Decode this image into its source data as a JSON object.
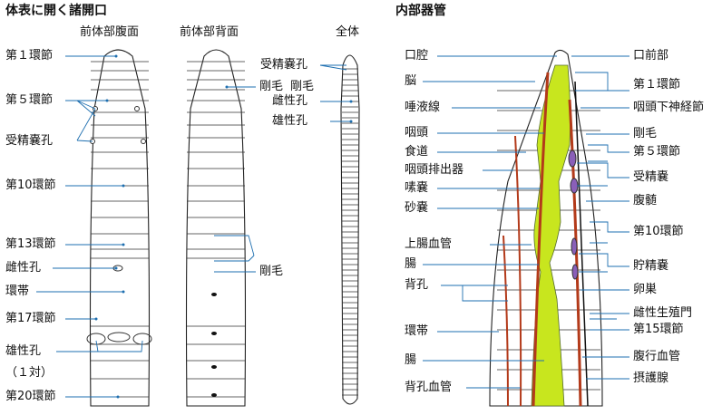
{
  "headings": {
    "left": "体表に開く諸開口",
    "right": "内部器管"
  },
  "subtitles": {
    "ventral": "前体部腹面",
    "dorsal": "前体部背面",
    "whole": "全体"
  },
  "ventral_labels": {
    "seg1": "第１環節",
    "seg5": "第５環節",
    "seminal_receptacle": "受精嚢孔",
    "seg10": "第10環節",
    "seg13": "第13環節",
    "female_pore": "雌性孔",
    "clitellum": "環帯",
    "seg17": "第17環節",
    "male_pore": "雄性孔",
    "pair": "（１対）",
    "seg20": "第20環節"
  },
  "dorsal_labels": {
    "bristle_top": "剛毛",
    "bristle_mid": "剛毛"
  },
  "whole_labels": {
    "seminal_receptacle": "受精嚢孔",
    "bristle": "剛毛",
    "female_pore": "雌性孔",
    "male_pore": "雄性孔"
  },
  "internal_left": {
    "mouth_cavity": "口腔",
    "brain": "脳",
    "salivary": "唾液線",
    "pharynx": "咽頭",
    "esophagus": "食道",
    "pharyngeal_nephridia": "咽頭排出器",
    "crop": "嗉嚢",
    "gizzard": "砂嚢",
    "dorsal_vessel": "上腸血管",
    "intestine1": "腸",
    "dorsal_pore": "背孔",
    "clitellum": "環帯",
    "intestine2": "腸",
    "dorsal_pore_vessel": "背孔血管"
  },
  "internal_right": {
    "prostomium": "口前部",
    "seg1": "第１環節",
    "subpharyngeal_ganglion": "咽頭下神経節",
    "bristle": "剛毛",
    "seg5": "第５環節",
    "seminal_receptacle": "受精嚢",
    "ventral_nerve": "腹髄",
    "seg10": "第10環節",
    "seminal_vesicle": "貯精嚢",
    "ovary": "卵巣",
    "female_genital_pore": "雌性生殖門",
    "seg15": "第15環節",
    "ventral_vessel": "腹行血管",
    "prostate": "摂護腺"
  },
  "colors": {
    "gut": "#c8e61e",
    "vessel": "#b33a1a",
    "receptacle": "#8a5fb8",
    "leader": "#1e6fb0"
  }
}
